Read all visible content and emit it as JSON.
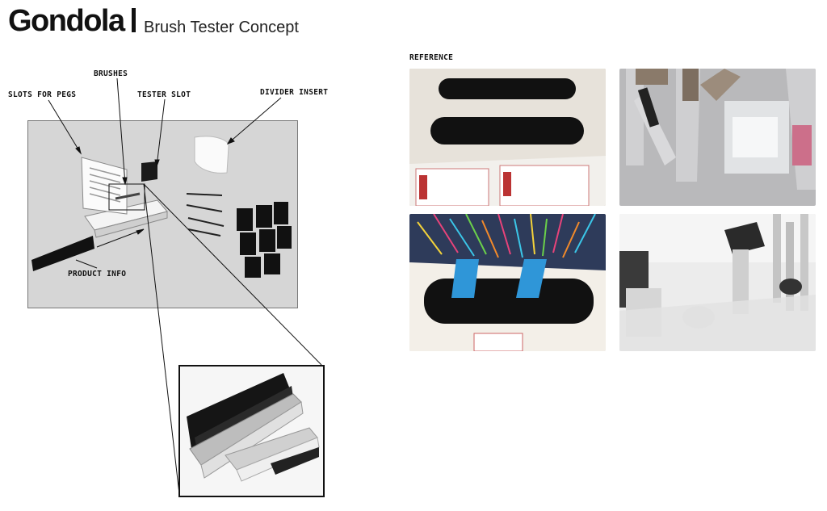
{
  "header": {
    "title": "Gondola",
    "subtitle": "Brush Tester Concept"
  },
  "callouts": {
    "slots_for_pegs": "SLOTS FOR PEGS",
    "brushes": "BRUSHES",
    "tester_slot": "TESTER SLOT",
    "divider_insert": "DIVIDER INSERT",
    "product_info": "PRODUCT INFO"
  },
  "reference": {
    "label": "REFERENCE"
  },
  "colors": {
    "scene_bg": "#d6d6d6",
    "ink": "#111111"
  }
}
